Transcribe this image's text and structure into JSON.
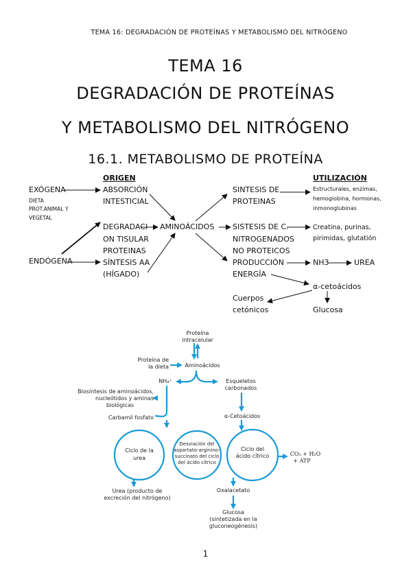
{
  "header": {
    "running_title": "TEMA 16: DEGRADACIÓN DE PROTEÍNAS Y METABOLISMO DEL NITRÓGENO"
  },
  "title": {
    "line1": "TEMA 16",
    "line2": "DEGRADACIÓN DE PROTEÍNAS",
    "line3": "Y METABOLISMO DEL NITRÓGENO"
  },
  "section": {
    "heading": "16.1. METABOLISMO DE PROTEÍNA"
  },
  "scheme": {
    "origen_header": "ORIGEN",
    "utilizacion_header": "UTILIZACIÓN",
    "exogena": "EXÓGENA",
    "dieta": "DIETA",
    "prot_animal": "PROT.ANIMAL Y",
    "vegetal": "VEGETAL",
    "endogena": "ENDÓGENA",
    "absorcion_1": "ABSORCIÓN",
    "absorcion_2": "INTESTICIAL",
    "degradacion_1": "DEGRADACI",
    "degradacion_2": "ON  TISULAR",
    "degradacion_3": "PROTEINAS",
    "sintesis_aa": "SÍNTESIS AA",
    "higado": "(HÍGADO)",
    "aminoacidos": "AMINOÁCIDOS",
    "sintesis_prot_1": "SINTESIS DE",
    "sintesis_prot_2": "PROTEINAS",
    "sintesis_c_1": "SISTESIS DE C.",
    "sintesis_c_2": "NITROGENADOS",
    "sintesis_c_3": "NO PROTEICOS",
    "produccion_1": "PRODUCCIÓN",
    "produccion_2": "ENERGÍA",
    "estructurales_1": "Estructurales,          enzimas,",
    "estructurales_2": "hemoglobina,    hormonas,",
    "estructurales_3": "inmonoglubinas",
    "creatina_1": "Creatina,           purinas,",
    "creatina_2": "pirimidas, glutatión",
    "nh3": "NH3",
    "urea": "UREA",
    "cetoacidos": "α-cetoácidos",
    "cuerpos_1": "Cuerpos",
    "cuerpos_2": "cetónicos",
    "glucosa": "Glucosa"
  },
  "figure": {
    "proteina_intracelular_1": "Proteína",
    "proteina_intracelular_2": "intracelular",
    "proteina_dieta_1": "Proteína de",
    "proteina_dieta_2": "la dieta",
    "aminoacidos": "Aminoácidos",
    "nh4": "NH₄⁺",
    "esqueletos_1": "Esqueletos",
    "esqueletos_2": "carbonados",
    "biosintesis_1": "Biosíntesis de aminoácidos,",
    "biosintesis_2": "nucleótidos y aminas",
    "biosintesis_3": "biológicas",
    "carbamil": "Carbamil fosfato",
    "alfa_cetoacidos": "α-Cetoácidos",
    "ciclo_urea_1": "Ciclo de la",
    "ciclo_urea_2": "urea",
    "desviacion_1": "Desviación del",
    "desviacion_2": "aspartato-arginino-",
    "desviacion_3": "succinato del ciclo",
    "desviacion_4": "del ácido cítrico",
    "ciclo_citrico_1": "Ciclo del",
    "ciclo_citrico_2": "ácido cítrico",
    "co2": "CO₂ + H₂O",
    "atp": "+ ATP",
    "urea_1": "Urea (producto de",
    "urea_2": "excreción del nitrógeno)",
    "oxalacetato": "Oxalacetato",
    "glucosa_1": "Glucosa",
    "glucosa_2": "(sintetizada en la",
    "glucosa_3": "gluconeogénesis)",
    "accent_color": "#1a9ad6"
  },
  "footer": {
    "page_number": "1"
  }
}
